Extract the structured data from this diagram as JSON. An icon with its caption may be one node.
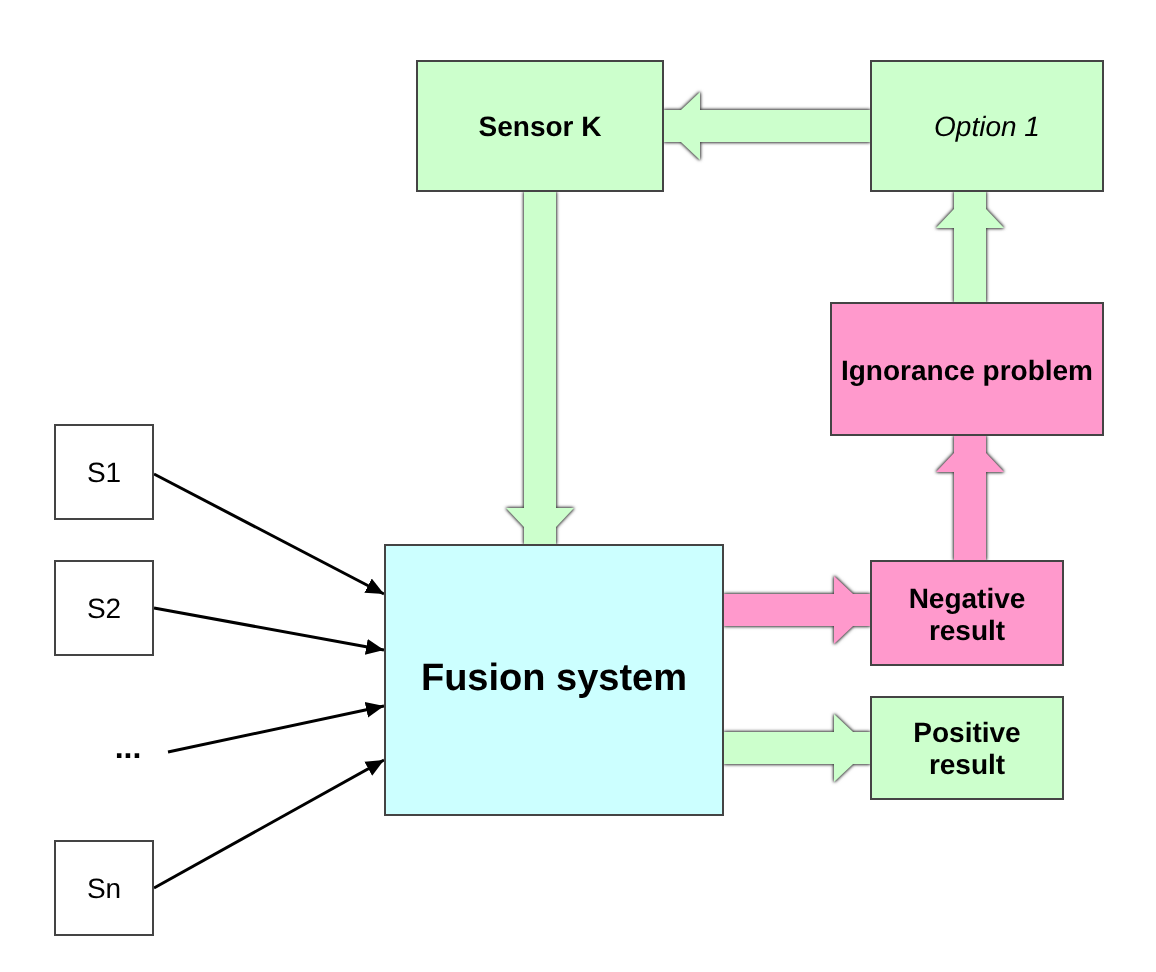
{
  "diagram": {
    "nodes": [
      {
        "text": [
          "S1"
        ]
      },
      {
        "text": [
          "S2"
        ]
      },
      {
        "text": [
          "..."
        ]
      },
      {
        "text": [
          "Sn"
        ]
      },
      {
        "text": [
          "Fusion system"
        ]
      },
      {
        "text": [
          "Sensor K"
        ]
      },
      {
        "text": [
          "Option 1"
        ]
      },
      {
        "text": [
          "Ignorance problem"
        ]
      },
      {
        "text": [
          "Negative result"
        ]
      },
      {
        "text": [
          "Positive result"
        ]
      }
    ],
    "edges": [
      {
        "from": 0,
        "to": 4,
        "arrow": "to"
      },
      {
        "from": 1,
        "to": 4,
        "arrow": "to"
      },
      {
        "from": 2,
        "to": 4,
        "arrow": "to"
      },
      {
        "from": 3,
        "to": 4,
        "arrow": "to"
      },
      {
        "from": 5,
        "to": 4,
        "arrow": "to",
        "color": "#ccffcc"
      },
      {
        "from": 4,
        "to": 8,
        "arrow": "to",
        "color": "#ff99cc"
      },
      {
        "from": 4,
        "to": 9,
        "arrow": "to",
        "color": "#ccffcc"
      },
      {
        "from": 8,
        "to": 7,
        "arrow": "to",
        "color": "#ff99cc"
      },
      {
        "from": 7,
        "to": 6,
        "arrow": "to",
        "color": "#ccffcc"
      },
      {
        "from": 6,
        "to": 5,
        "arrow": "to",
        "color": "#ccffcc"
      }
    ]
  }
}
